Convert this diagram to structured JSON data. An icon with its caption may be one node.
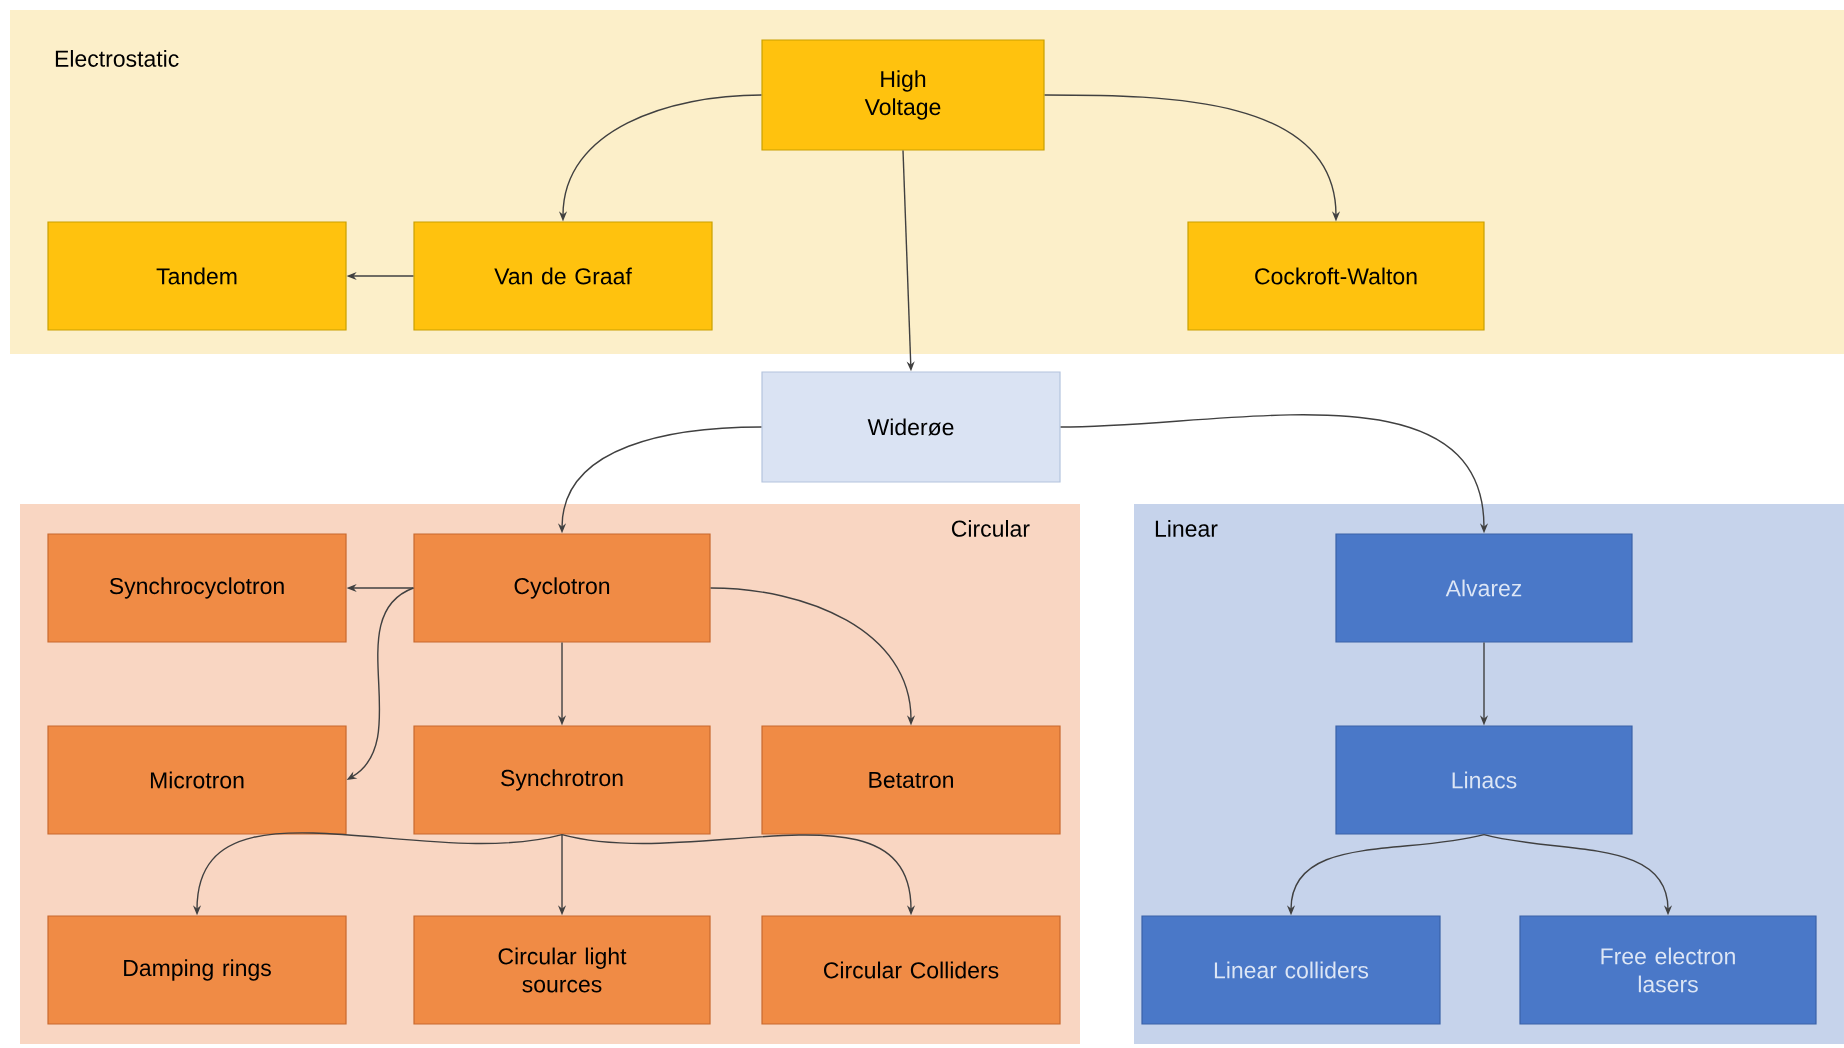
{
  "diagram": {
    "nodes": [
      {
        "text": [
          "Electrostatic"
        ]
      },
      {
        "text": [
          "High Voltage"
        ],
        "in": 0
      },
      {
        "text": [
          "Van de Graaf"
        ],
        "in": 0
      },
      {
        "text": [
          "Tandem"
        ],
        "in": 0
      },
      {
        "text": [
          "Cockroft-Walton"
        ],
        "in": 0
      },
      {
        "text": [
          "Widerøe"
        ]
      },
      {
        "text": [
          "Circular"
        ]
      },
      {
        "text": [
          "Cyclotron"
        ],
        "in": 6
      },
      {
        "text": [
          "Synchrocyclotron"
        ],
        "in": 6
      },
      {
        "text": [
          "Microtron"
        ],
        "in": 6
      },
      {
        "text": [
          "Synchrotron"
        ],
        "in": 6
      },
      {
        "text": [
          "Betatron"
        ],
        "in": 6
      },
      {
        "text": [
          "Damping rings"
        ],
        "in": 6
      },
      {
        "text": [
          "Circular light sources"
        ],
        "in": 6
      },
      {
        "text": [
          "Circular Colliders"
        ],
        "in": 6
      },
      {
        "text": [
          "Linear"
        ]
      },
      {
        "text": [
          "Alvarez"
        ],
        "in": 15
      },
      {
        "text": [
          "Linacs"
        ],
        "in": 15
      },
      {
        "text": [
          "Linear colliders"
        ],
        "in": 15
      },
      {
        "text": [
          "Free electron lasers"
        ],
        "in": 15
      }
    ],
    "edges": [
      {
        "from": 1,
        "to": 2,
        "arrow": "to"
      },
      {
        "from": 1,
        "to": 4,
        "arrow": "to"
      },
      {
        "from": 2,
        "to": 3,
        "arrow": "to"
      },
      {
        "from": 1,
        "to": 5,
        "arrow": "to"
      },
      {
        "from": 5,
        "to": 7,
        "arrow": "to"
      },
      {
        "from": 5,
        "to": 16,
        "arrow": "to"
      },
      {
        "from": 7,
        "to": 8,
        "arrow": "to"
      },
      {
        "from": 7,
        "to": 9,
        "arrow": "to"
      },
      {
        "from": 7,
        "to": 10,
        "arrow": "to"
      },
      {
        "from": 7,
        "to": 11,
        "arrow": "to"
      },
      {
        "from": 10,
        "to": 12,
        "arrow": "to"
      },
      {
        "from": 10,
        "to": 13,
        "arrow": "to"
      },
      {
        "from": 10,
        "to": 14,
        "arrow": "to"
      },
      {
        "from": 16,
        "to": 17,
        "arrow": "to"
      },
      {
        "from": 17,
        "to": 18,
        "arrow": "to"
      },
      {
        "from": 17,
        "to": 19,
        "arrow": "to"
      }
    ]
  }
}
